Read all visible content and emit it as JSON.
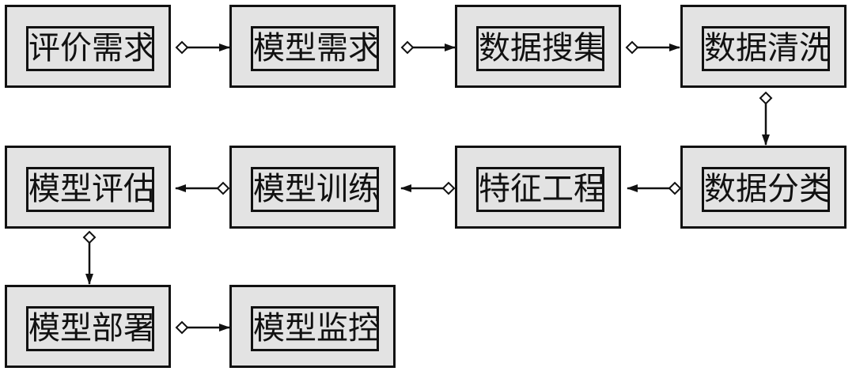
{
  "flowchart": {
    "nodes": [
      {
        "id": "n1",
        "label": "评价需求"
      },
      {
        "id": "n2",
        "label": "模型需求"
      },
      {
        "id": "n3",
        "label": "数据搜集"
      },
      {
        "id": "n4",
        "label": "数据清洗"
      },
      {
        "id": "n5",
        "label": "数据分类"
      },
      {
        "id": "n6",
        "label": "特征工程"
      },
      {
        "id": "n7",
        "label": "模型训练"
      },
      {
        "id": "n8",
        "label": "模型评估"
      },
      {
        "id": "n9",
        "label": "模型部署"
      },
      {
        "id": "n10",
        "label": "模型监控"
      }
    ],
    "edges": [
      {
        "from": "n1",
        "to": "n2"
      },
      {
        "from": "n2",
        "to": "n3"
      },
      {
        "from": "n3",
        "to": "n4"
      },
      {
        "from": "n4",
        "to": "n5"
      },
      {
        "from": "n5",
        "to": "n6"
      },
      {
        "from": "n6",
        "to": "n7"
      },
      {
        "from": "n7",
        "to": "n8"
      },
      {
        "from": "n8",
        "to": "n9"
      },
      {
        "from": "n9",
        "to": "n10"
      }
    ],
    "colors": {
      "box_fill": "#e3e3e3",
      "stroke": "#111111",
      "text": "#111111"
    }
  }
}
